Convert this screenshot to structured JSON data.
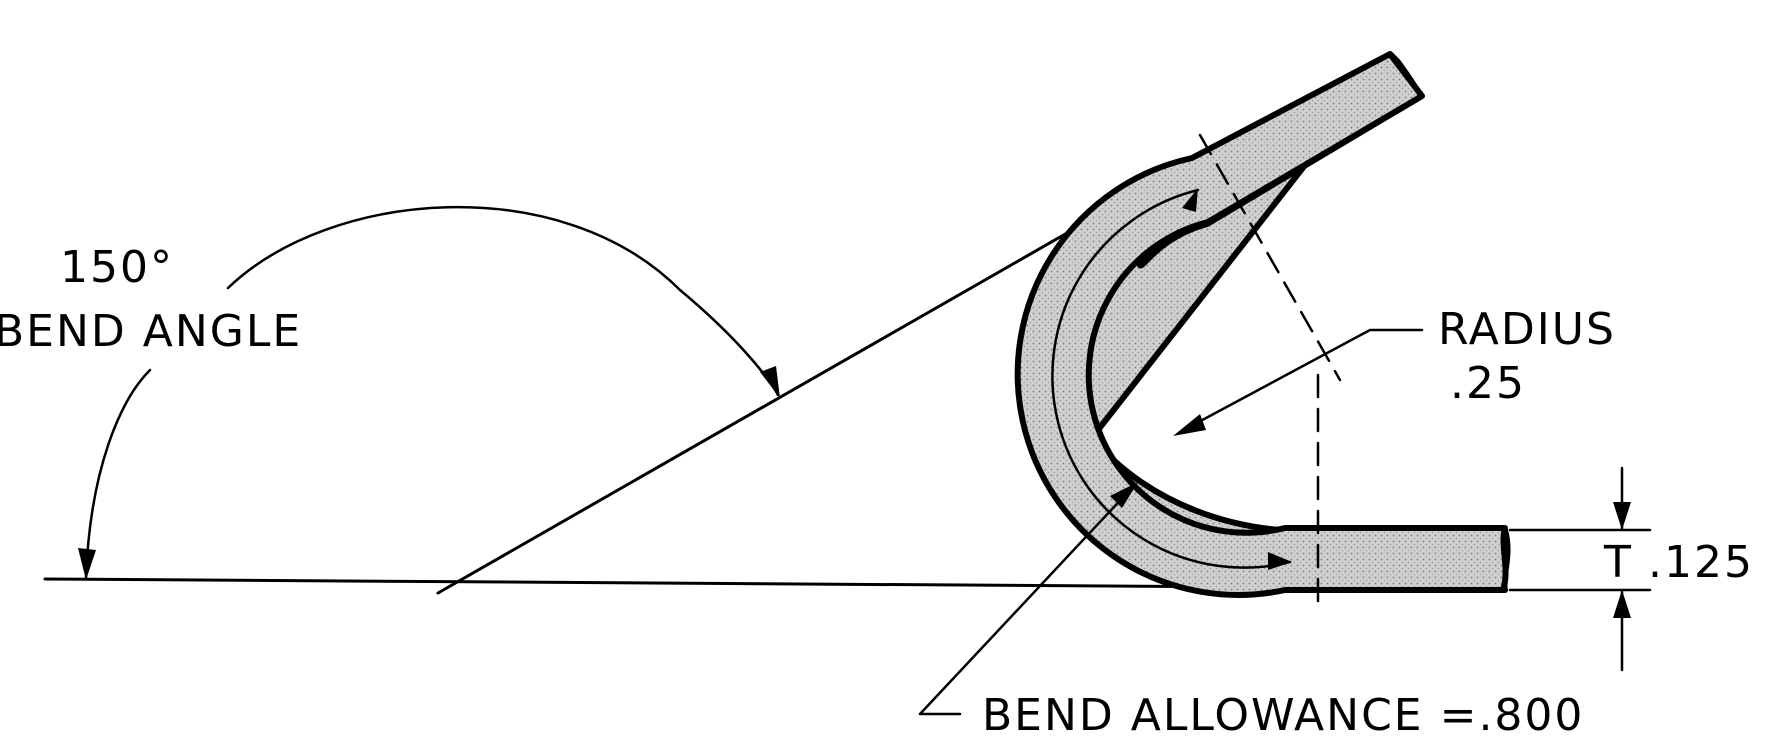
{
  "labels": {
    "bend_angle_value": "150°",
    "bend_angle_text": "BEND ANGLE",
    "radius_text": "RADIUS",
    "radius_value": ".25",
    "thickness_symbol": "T",
    "thickness_value": ".125",
    "bend_allowance": "BEND ALLOWANCE =.800"
  },
  "colors": {
    "ink": "#000000",
    "material_fill": "#c8c8c8",
    "background": "#ffffff"
  }
}
